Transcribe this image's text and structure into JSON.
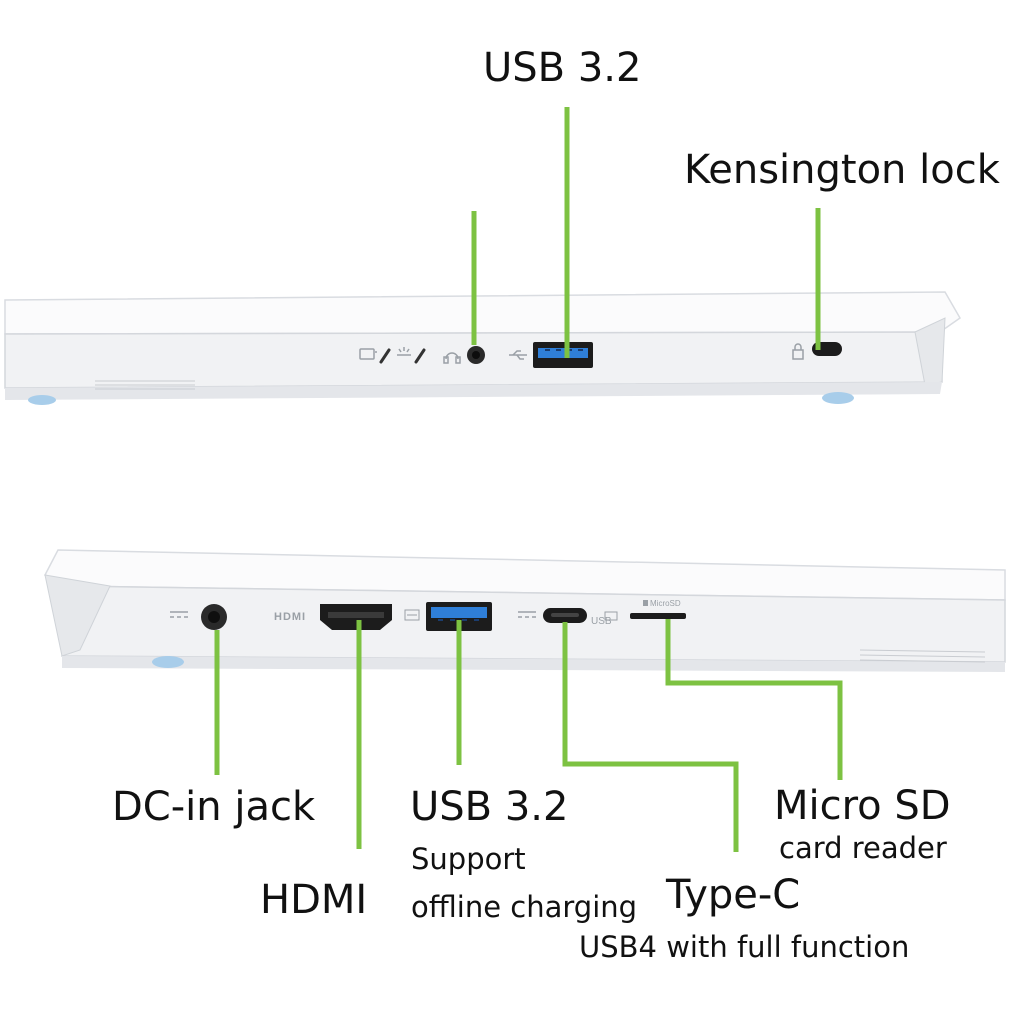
{
  "colors": {
    "accent_line": "#7dc242",
    "chassis": "#f4f5f7",
    "chassis_edge": "#d7dadf",
    "usb_blue": "#2f7fd8",
    "foot_blue": "#a8cdea",
    "port_dark": "#1c1c1c"
  },
  "icons": [
    "battery-charge-icon",
    "light-icon",
    "headset-icon",
    "usb-icon",
    "lock-icon",
    "dc-icon",
    "hdmi-logo-icon",
    "usb-ss-icon",
    "thunderbolt-icon",
    "microsd-icon"
  ],
  "port_markings": {
    "hdmi": "HDMI",
    "usb_c": "USB",
    "microsd": "MicroSD"
  },
  "labels": {
    "top": {
      "usb32": "USB 3.2",
      "kensington": "Kensington lock"
    },
    "bottom": {
      "dc_in": "DC-in jack",
      "hdmi": "HDMI",
      "usb32_title": "USB 3.2",
      "usb32_sub1": "Support",
      "usb32_sub2": "offline charging",
      "typec_title": "Type-C",
      "typec_sub": "USB4 with full function",
      "microsd_title": "Micro SD",
      "microsd_sub": "card reader"
    }
  }
}
